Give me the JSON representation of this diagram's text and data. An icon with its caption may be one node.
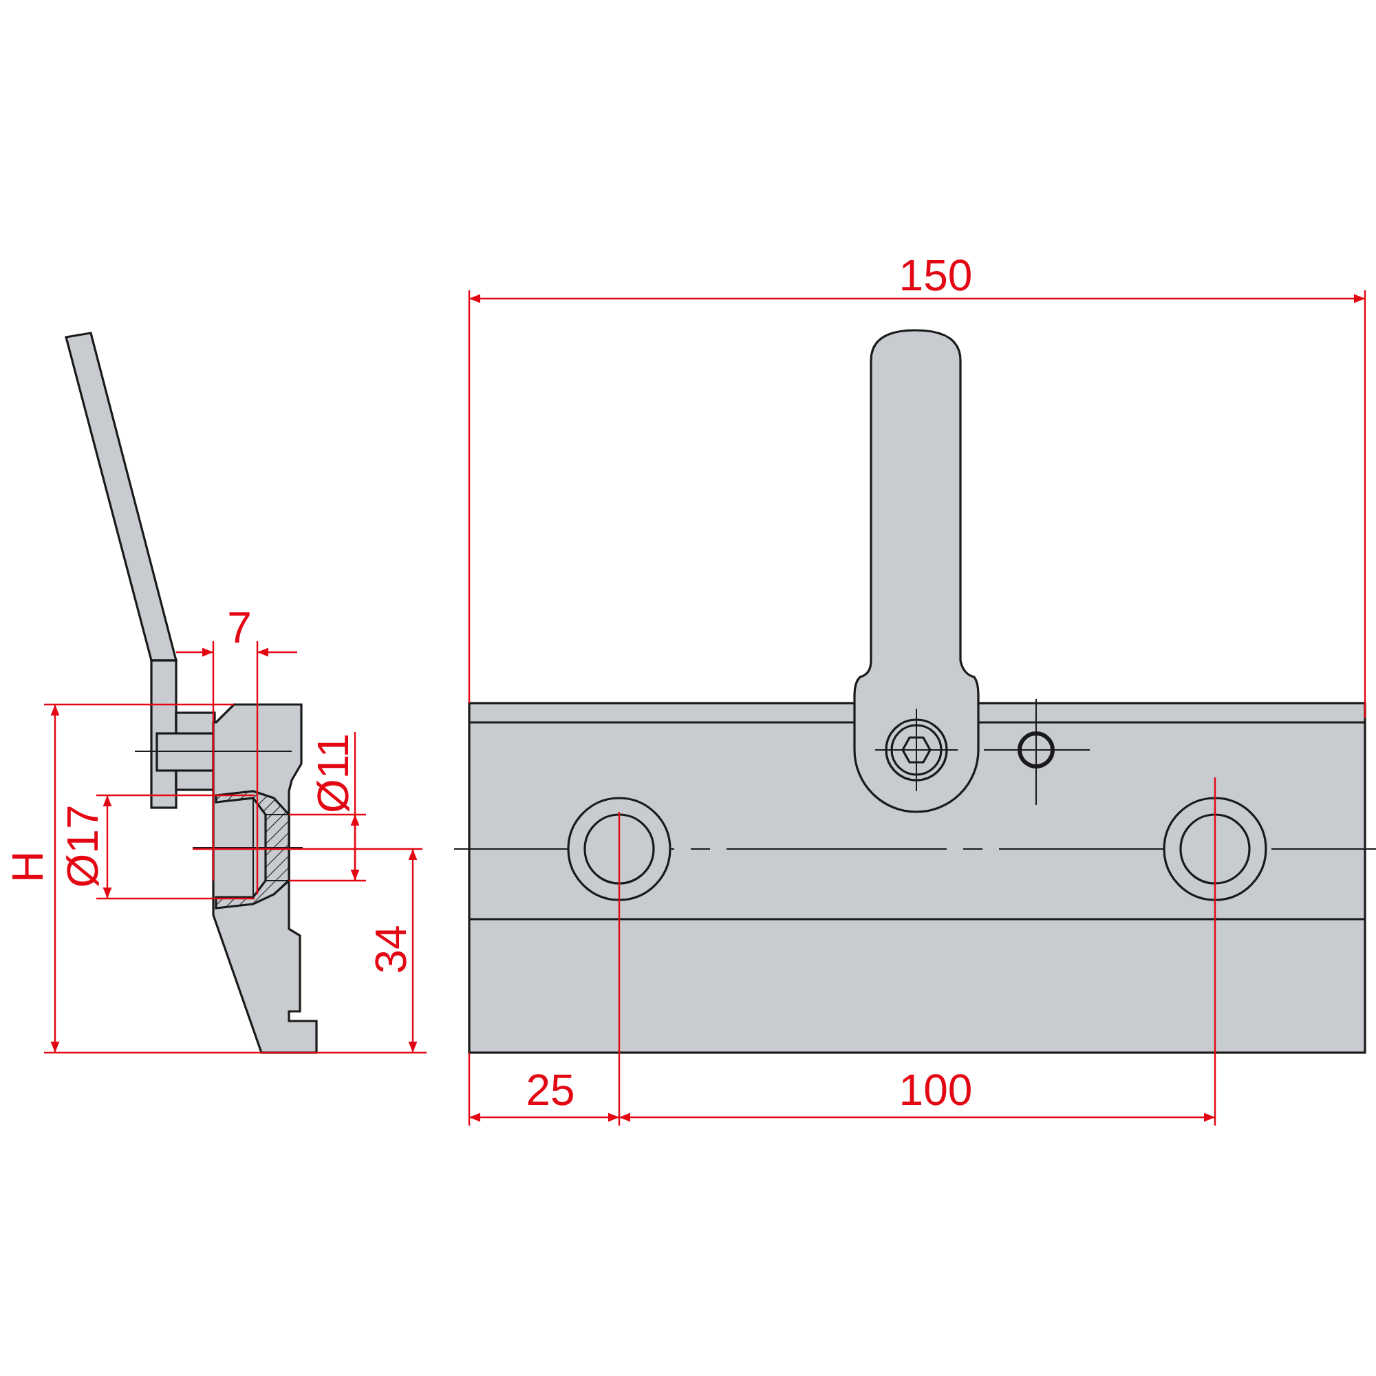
{
  "diagram": {
    "labels": [
      "150",
      "7",
      "Ø11",
      "H",
      "Ø17",
      "34",
      "25",
      "100"
    ]
  }
}
